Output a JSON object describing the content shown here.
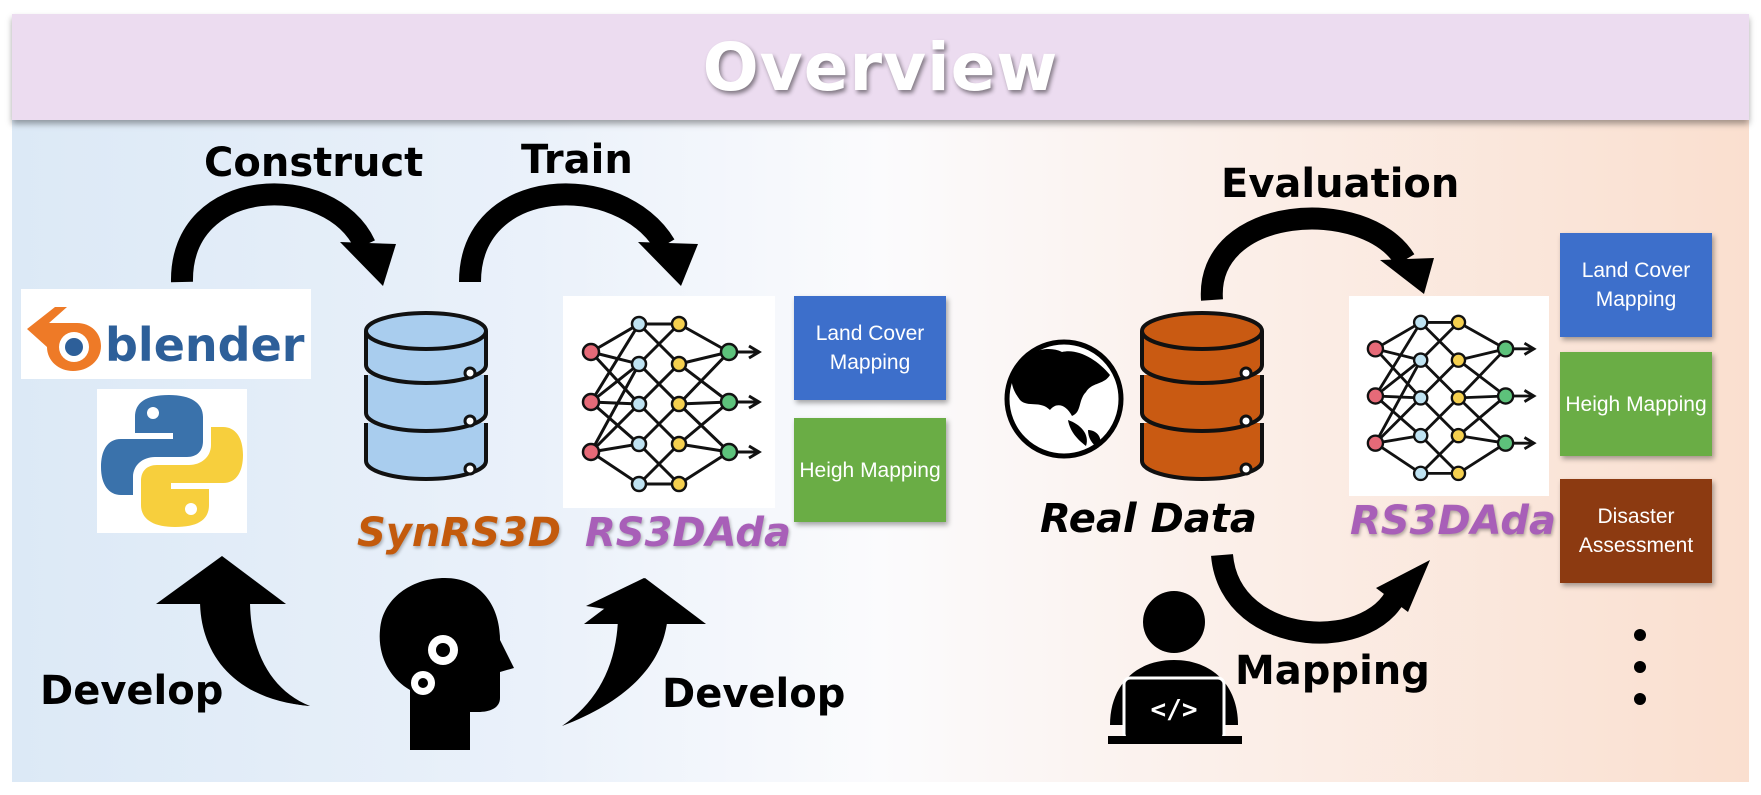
{
  "title": "Overview",
  "left": {
    "construct": "Construct",
    "train": "Train",
    "dataset": "SynRS3D",
    "model": "RS3DAda",
    "develop_left": "Develop",
    "develop_right": "Develop",
    "blender_logo_text": "blender",
    "tasks": [
      "Land Cover Mapping",
      "Heigh Mapping"
    ]
  },
  "right": {
    "evaluation": "Evaluation",
    "real_data": "Real Data",
    "model": "RS3DAda",
    "mapping": "Mapping",
    "tasks": [
      "Land Cover Mapping",
      "Heigh Mapping",
      "Disaster Assessment"
    ]
  },
  "colors": {
    "synrs3d": "#c35a0c",
    "rs3dada": "#a85fb8",
    "land_cover": "#3d6fcb",
    "heigh": "#6aad45",
    "disaster": "#8c3a11"
  }
}
